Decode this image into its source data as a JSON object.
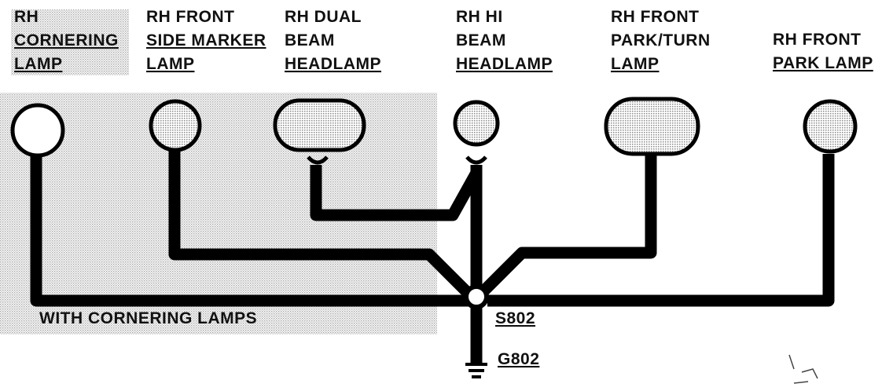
{
  "labels": {
    "cornering": [
      "RH",
      "CORNERING",
      "LAMP"
    ],
    "side_marker": [
      "RH FRONT",
      "SIDE MARKER",
      "LAMP"
    ],
    "dual_beam": [
      "RH DUAL",
      "BEAM",
      "HEADLAMP"
    ],
    "hi_beam": [
      "RH HI",
      "BEAM",
      "HEADLAMP"
    ],
    "park_turn": [
      "RH FRONT",
      "PARK/TURN",
      "LAMP"
    ],
    "park": [
      "RH FRONT",
      "PARK LAMP"
    ]
  },
  "option_note": "WITH CORNERING LAMPS",
  "splice": "S802",
  "ground": "G802",
  "colors": {
    "wire": "#000000",
    "shade": "#cfcfcf",
    "text": "#111111"
  }
}
